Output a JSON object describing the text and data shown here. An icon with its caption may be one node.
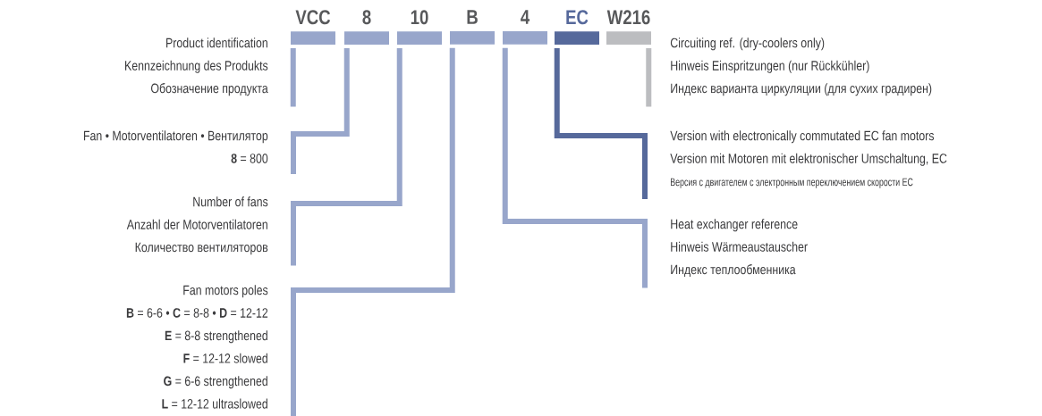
{
  "diagram": {
    "nodes": [
      {
        "text": [
          "VCC"
        ]
      },
      {
        "text": [
          "8"
        ]
      },
      {
        "text": [
          "10"
        ]
      },
      {
        "text": [
          "B"
        ]
      },
      {
        "text": [
          "4"
        ]
      },
      {
        "text": [
          "EC"
        ]
      },
      {
        "text": [
          "W216"
        ]
      },
      {
        "text": [
          "Product identification",
          "Kennzeichnung des Produkts",
          "Обозначение продукта"
        ]
      },
      {
        "text": [
          "Fan • Motorventilatoren • Вентилятор",
          "**8** = 800"
        ]
      },
      {
        "text": [
          "Number of fans",
          "Anzahl der Motorventilatoren",
          "Количество вентиляторов"
        ]
      },
      {
        "text": [
          "Fan motors poles",
          "**B** = 6-6 • **C** = 8-8 • **D** = 12-12",
          "**E** = 8-8 strengthened",
          "**F** = 12-12 slowed",
          "**G** = 6-6 strengthened",
          "**L** = 12-12 ultraslowed"
        ]
      },
      {
        "text": [
          "Circuiting ref. (dry-coolers only)",
          "Hinweis Einspritzungen (nur Rückkühler)",
          "Индекс варианта циркуляции (для сухих градирен)"
        ]
      },
      {
        "text": [
          "Version with electronically commutated EC fan motors",
          "Version mit Motoren mit elektronischer Umschaltung, EC",
          "Версия с двигателем с электронным переключением скорости EC"
        ]
      },
      {
        "text": [
          "Heat exchanger reference",
          "Hinweis Wärmeaustauscher",
          "Индекс теплообменника"
        ]
      }
    ],
    "edges": [
      {
        "from": 0,
        "to": 7,
        "arrow": "none"
      },
      {
        "from": 1,
        "to": 8,
        "arrow": "none"
      },
      {
        "from": 2,
        "to": 9,
        "arrow": "none"
      },
      {
        "from": 3,
        "to": 10,
        "arrow": "none"
      },
      {
        "from": 4,
        "to": 13,
        "arrow": "none"
      },
      {
        "from": 5,
        "to": 12,
        "arrow": "none",
        "color": "#56699b"
      },
      {
        "from": 6,
        "to": 11,
        "arrow": "none",
        "color": "#bcbdc0"
      }
    ]
  }
}
